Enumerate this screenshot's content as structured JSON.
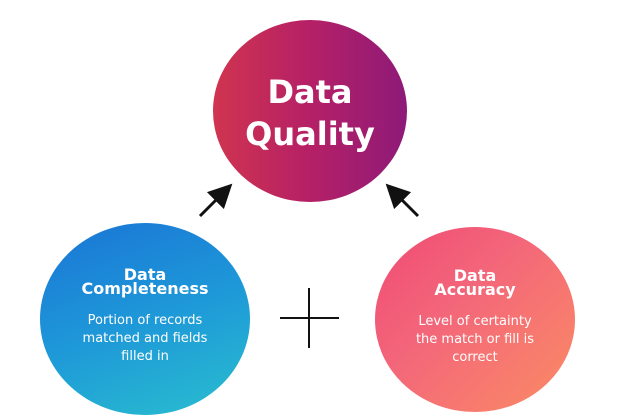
{
  "diagram": {
    "center": {
      "title_line1": "Data",
      "title_line2": "Quality"
    },
    "left": {
      "title_line1": "Data",
      "title_line2": "Completeness",
      "desc_line1": "Portion of records",
      "desc_line2": "matched and fields",
      "desc_line3": "filled in"
    },
    "right": {
      "title_line1": "Data",
      "title_line2": "Accuracy",
      "desc_line1": "Level of certainty",
      "desc_line2": "the match or fill is",
      "desc_line3": "correct"
    }
  },
  "colors": {
    "quality_gradient": [
      "#d0344f",
      "#b52066",
      "#8e1a78"
    ],
    "completeness_gradient": [
      "#1a74d6",
      "#1e98d8",
      "#29bfcf"
    ],
    "accuracy_gradient": [
      "#f04a73",
      "#f3667a",
      "#fb8c64"
    ],
    "connector": "#111111"
  },
  "icons": {
    "left_arrow": "arrow-up-right-icon",
    "right_arrow": "arrow-up-left-icon",
    "plus": "plus-icon"
  }
}
